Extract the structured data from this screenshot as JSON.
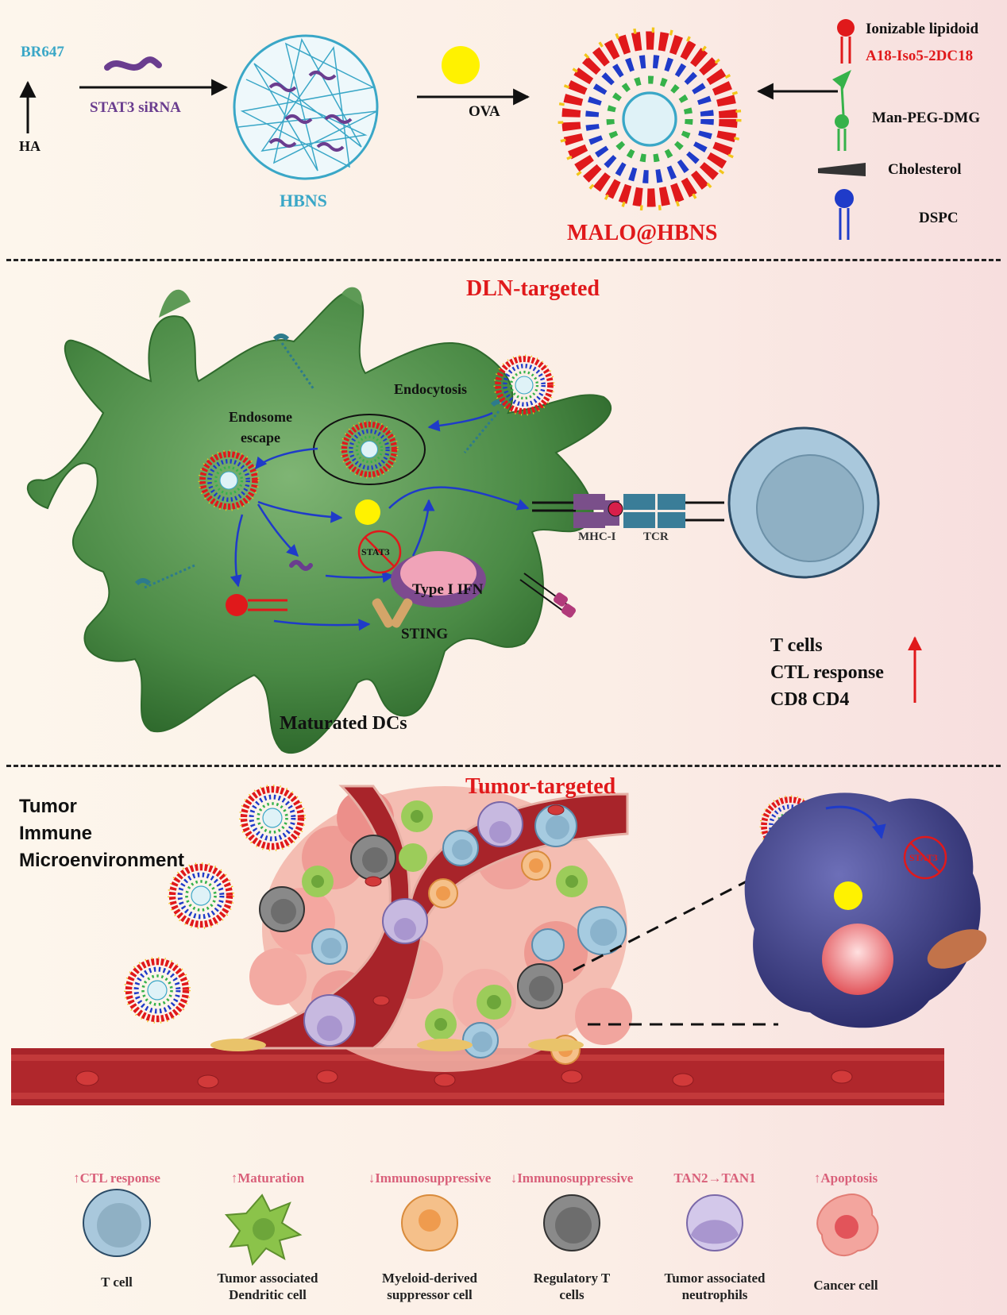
{
  "colors": {
    "title_red": "#e0191b",
    "hbns_blue": "#3aa7c7",
    "sirna_purple": "#6a3d8f",
    "dc_green": "#4f8f4a",
    "vessel_red": "#a8242a",
    "legend_pink": "#d9607a",
    "tcell_blue": "#a6c6da",
    "cancer_purple": "#3b3f88"
  },
  "top": {
    "br647": "BR647",
    "ha": "HA",
    "sirna": "STAT3 siRNA",
    "hbns": "HBNS",
    "ova": "OVA",
    "malo": "MALO@HBNS",
    "components": {
      "ionizable": "Ionizable lipidoid",
      "ionizable_name": "A18-Iso5-2DC18",
      "manpeg": "Man-PEG-DMG",
      "cholesterol": "Cholesterol",
      "dspc": "DSPC"
    }
  },
  "middle": {
    "title": "DLN-targeted",
    "endocytosis": "Endocytosis",
    "endosome_escape": "Endosome\nescape",
    "stat3": "STAT3",
    "type1ifn": "Type I IFN",
    "sting": "STING",
    "mhc": "MHC-I",
    "tcr": "TCR",
    "matured": "Maturated DCs",
    "tcells_line1": "T cells",
    "tcells_line2": "CTL response",
    "tcells_line3": "CD8 CD4"
  },
  "bottom": {
    "title": "Tumor-targeted",
    "tme_line1": "Tumor",
    "tme_line2": "Immune",
    "tme_line3": "Microenvironment",
    "stat3": "STAT3"
  },
  "legend": [
    {
      "effect": "↑CTL response",
      "name": "T cell",
      "icon": "t-cell-icon"
    },
    {
      "effect": "↑Maturation",
      "name": "Tumor associated\nDendritic cell",
      "icon": "dendritic-cell-icon"
    },
    {
      "effect": "↓Immunosuppressive",
      "name": "Myeloid-derived\nsuppressor cell",
      "icon": "mdsc-icon"
    },
    {
      "effect": "↓Immunosuppressive",
      "name": "Regulatory T\ncells",
      "icon": "treg-icon"
    },
    {
      "effect": "TAN2→TAN1",
      "name": "Tumor associated\nneutrophils",
      "icon": "neutrophil-icon"
    },
    {
      "effect": "↑Apoptosis",
      "name": "Cancer cell",
      "icon": "cancer-cell-icon"
    }
  ]
}
